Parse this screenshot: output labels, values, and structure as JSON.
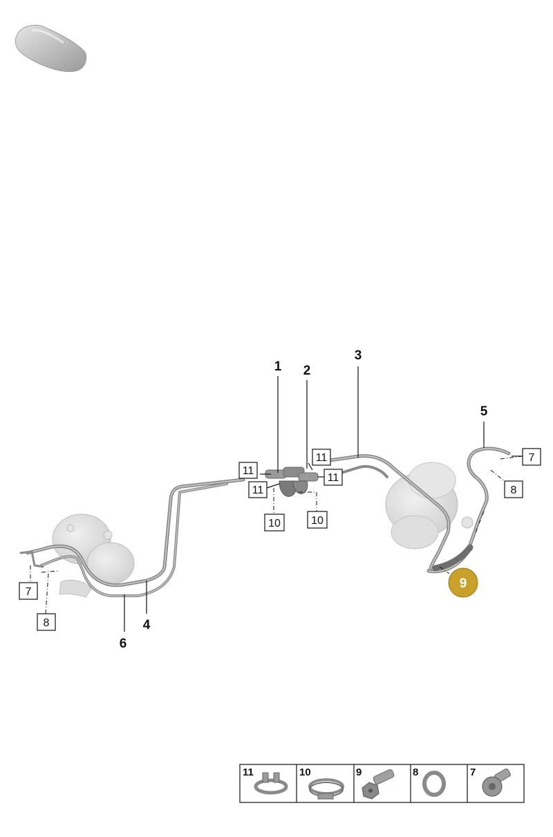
{
  "labels": {
    "p1": "1",
    "p2": "2",
    "p3": "3",
    "p4": "4",
    "p5": "5",
    "p6": "6",
    "p7": "7",
    "p8": "8",
    "p9": "9",
    "p10": "10",
    "p11": "11"
  },
  "legend": [
    {
      "num": "11",
      "icon": "hose-clamp-small-icon"
    },
    {
      "num": "10",
      "icon": "hose-clamp-band-icon"
    },
    {
      "num": "9",
      "icon": "hollow-bolt-icon"
    },
    {
      "num": "8",
      "icon": "sealing-ring-icon"
    },
    {
      "num": "7",
      "icon": "torx-screw-icon"
    }
  ],
  "colors": {
    "highlight": "#c9a02a",
    "pipe": "#8a8a8a",
    "ghost": "#d8d8d8",
    "line": "#111111"
  }
}
